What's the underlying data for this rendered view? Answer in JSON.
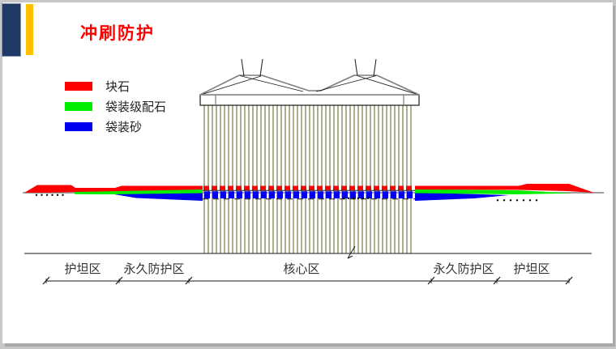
{
  "title": "冲刷防护",
  "title_color": "#ff0000",
  "accents": {
    "navy": "#1f3864",
    "yellow": "#ffc000"
  },
  "legend": {
    "items": [
      {
        "label": "块石",
        "color": "#ff0000"
      },
      {
        "label": "袋装级配石",
        "color": "#00ee00"
      },
      {
        "label": "袋装砂",
        "color": "#0000ee"
      }
    ]
  },
  "diagram": {
    "zones": [
      {
        "label": "护坦区"
      },
      {
        "label": "永久防护区"
      },
      {
        "label": "核心区"
      },
      {
        "label": "永久防护区"
      },
      {
        "label": "护坦区"
      }
    ],
    "colors": {
      "pile": "#8b8b62",
      "ground": "#808080",
      "structure": "#7f7f7f",
      "line": "#1a1a1a"
    }
  }
}
